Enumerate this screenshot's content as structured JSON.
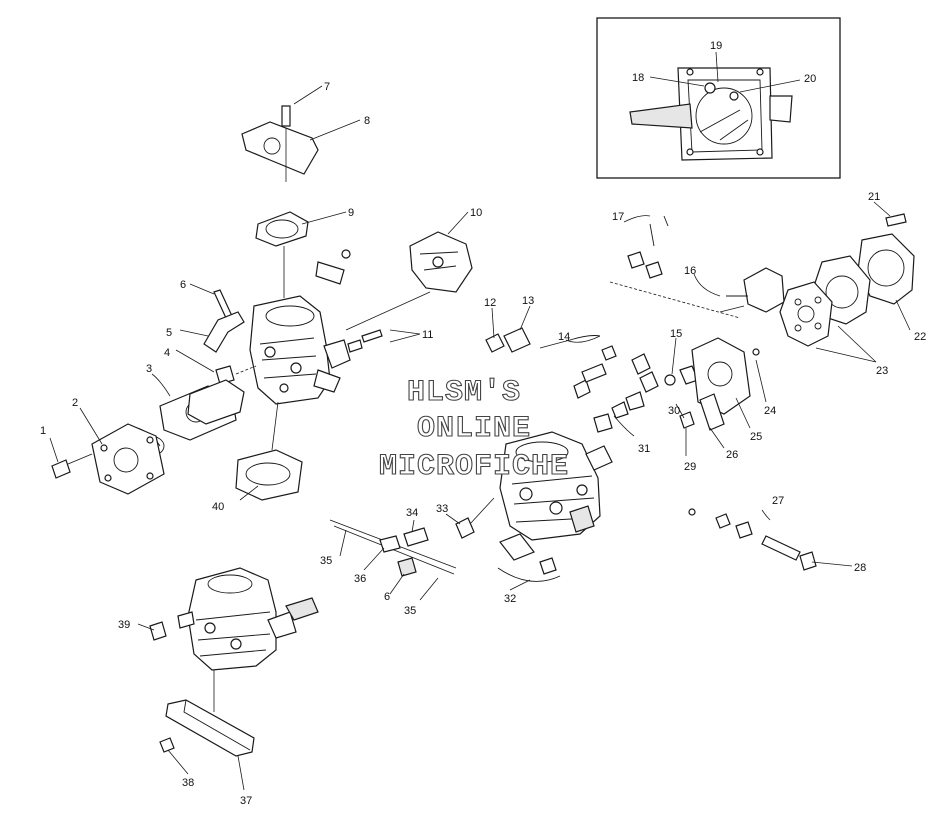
{
  "watermark": {
    "line1": "HLSM'S",
    "line2": "ONLINE",
    "line3": "MICROFICHE"
  },
  "callouts": [
    "1",
    "2",
    "3",
    "4",
    "5",
    "6",
    "7",
    "8",
    "9",
    "10",
    "11",
    "12",
    "13",
    "14",
    "15",
    "16",
    "17",
    "18",
    "19",
    "20",
    "21",
    "22",
    "23",
    "24",
    "25",
    "26",
    "27",
    "28",
    "29",
    "30",
    "31",
    "32",
    "33",
    "34",
    "35",
    "35",
    "36",
    "6",
    "37",
    "38",
    "39",
    "40"
  ],
  "colors": {
    "ink": "#1a1a1a",
    "paper": "#ffffff",
    "watermark_outline": "#444444"
  }
}
